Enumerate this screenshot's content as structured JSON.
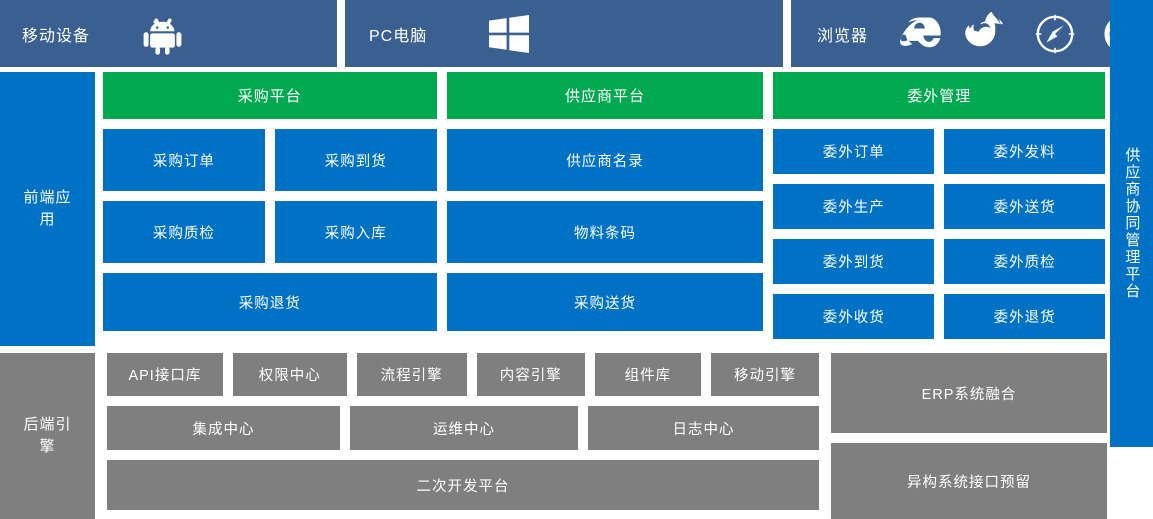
{
  "topbar": {
    "segments": [
      {
        "label": "移动设备",
        "name": "mobile-devices",
        "icons": [
          {
            "name": "android-icon"
          }
        ]
      },
      {
        "label": "PC电脑",
        "name": "pc-computers",
        "icons": [
          {
            "name": "windows-icon"
          }
        ]
      },
      {
        "label": "浏览器",
        "name": "browsers",
        "icons": [
          {
            "name": "internet-explorer-icon"
          },
          {
            "name": "firefox-icon"
          },
          {
            "name": "safari-icon"
          },
          {
            "name": "chrome-icon"
          }
        ]
      }
    ]
  },
  "frontend": {
    "side_label": "前端应用",
    "columns": {
      "purchase": {
        "header": "采购平台",
        "row1": [
          "采购订单",
          "采购到货"
        ],
        "row2": [
          "采购质检",
          "采购入库"
        ],
        "wide": "采购退货"
      },
      "supplier": {
        "header": "供应商平台",
        "item1": "供应商名录",
        "item2": "物料条码",
        "wide": "采购送货"
      },
      "outsource": {
        "header": "委外管理",
        "row1": [
          "委外订单",
          "委外发料"
        ],
        "row2": [
          "委外生产",
          "委外送货"
        ],
        "row3": [
          "委外到货",
          "委外质检"
        ],
        "row4": [
          "委外收货",
          "委外退货"
        ]
      }
    }
  },
  "backend": {
    "side_label": "后端引擎",
    "engines": [
      "API接口库",
      "权限中心",
      "流程引擎",
      "内容引擎",
      "组件库",
      "移动引擎"
    ],
    "centers": [
      "集成中心",
      "运维中心",
      "日志中心"
    ],
    "full": "二次开发平台",
    "right": [
      "ERP系统融合",
      "异构系统接口预留"
    ]
  },
  "right_rail": {
    "label": "供应商协同管理平台"
  },
  "colors": {
    "topbar_blue": "#3A6091",
    "primary_blue": "#0072C6",
    "green": "#00A94F",
    "gray": "#7F7F7F",
    "text": "#FFFFFF"
  }
}
